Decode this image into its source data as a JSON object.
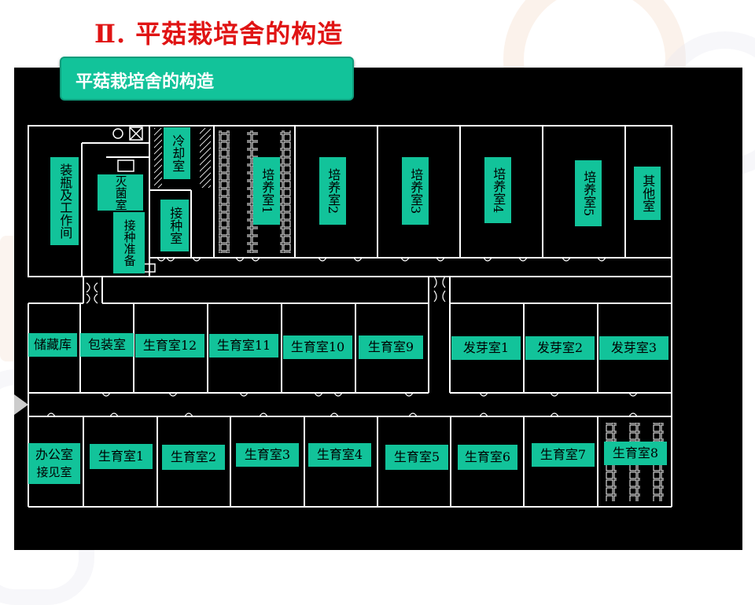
{
  "page": {
    "title": "Ⅱ. 平菇栽培舍的构造",
    "plan_label": "平菇栽培舍的构造"
  },
  "rooms": {
    "zhuangping": "装瓶及工作间",
    "lengque": "冷却室",
    "miejun": "灭菌室",
    "jiezhong": "接种室",
    "jiezhong_zhunbei": "接种准备",
    "peiyang1": "培养室1",
    "peiyang2": "培养室2",
    "peiyang3": "培养室3",
    "peiyang4": "培养室4",
    "peiyang5": "培养室5",
    "qita": "其他室",
    "chucang": "储藏库",
    "baozhuang": "包装室",
    "shengyu12": "生育室12",
    "shengyu11": "生育室11",
    "shengyu10": "生育室10",
    "shengyu9": "生育室9",
    "faya1": "发芽室1",
    "faya2": "发芽室2",
    "faya3": "发芽室3",
    "bangong": "办公室",
    "jiejian": "接见室",
    "shengyu1": "生育室1",
    "shengyu2": "生育室2",
    "shengyu3": "生育室3",
    "shengyu4": "生育室4",
    "shengyu5": "生育室5",
    "shengyu6": "生育室6",
    "shengyu7": "生育室7",
    "shengyu8": "生育室8"
  },
  "colors": {
    "title": "#e01414",
    "room_fill": "#12c39a",
    "wall": "#ffffff",
    "background": "#000000"
  }
}
